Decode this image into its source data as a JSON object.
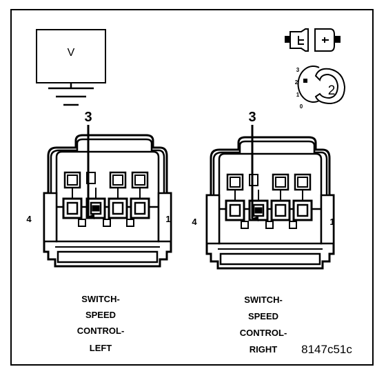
{
  "meter": {
    "label": "V"
  },
  "selector": {
    "positions": [
      "3",
      "2",
      "1",
      "0"
    ],
    "current": "2"
  },
  "connectors": [
    {
      "id": "left",
      "probe_pin": "3",
      "pin_left": "4",
      "pin_right": "1",
      "caption": [
        "SWITCH-",
        "SPEED",
        "CONTROL-",
        "LEFT"
      ]
    },
    {
      "id": "right",
      "probe_pin": "3",
      "pin_left": "4",
      "pin_right": "1",
      "caption": [
        "SWITCH-",
        "SPEED",
        "CONTROL-",
        "RIGHT"
      ]
    }
  ],
  "figure_ref": "8147c51c"
}
